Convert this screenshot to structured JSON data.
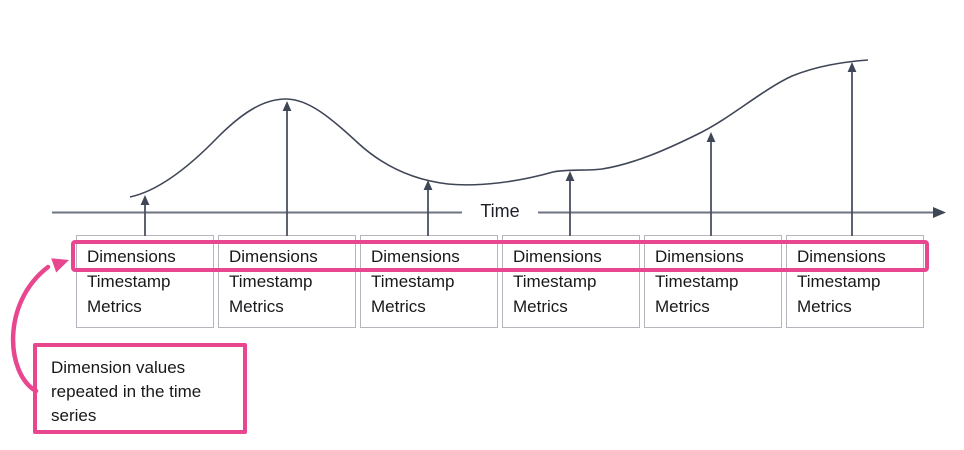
{
  "axis": {
    "label": "Time"
  },
  "records": [
    {
      "dimensions": "Dimensions",
      "timestamp": "Timestamp",
      "metrics": "Metrics"
    },
    {
      "dimensions": "Dimensions",
      "timestamp": "Timestamp",
      "metrics": "Metrics"
    },
    {
      "dimensions": "Dimensions",
      "timestamp": "Timestamp",
      "metrics": "Metrics"
    },
    {
      "dimensions": "Dimensions",
      "timestamp": "Timestamp",
      "metrics": "Metrics"
    },
    {
      "dimensions": "Dimensions",
      "timestamp": "Timestamp",
      "metrics": "Metrics"
    },
    {
      "dimensions": "Dimensions",
      "timestamp": "Timestamp",
      "metrics": "Metrics"
    }
  ],
  "callout": {
    "text": "Dimension values repeated in the time series"
  },
  "colors": {
    "accent_pink": "#e8478f",
    "curve_line": "#3f4656",
    "axis_line": "#6e7482",
    "box_border": "#b3b7bd",
    "text": "#17181a"
  }
}
